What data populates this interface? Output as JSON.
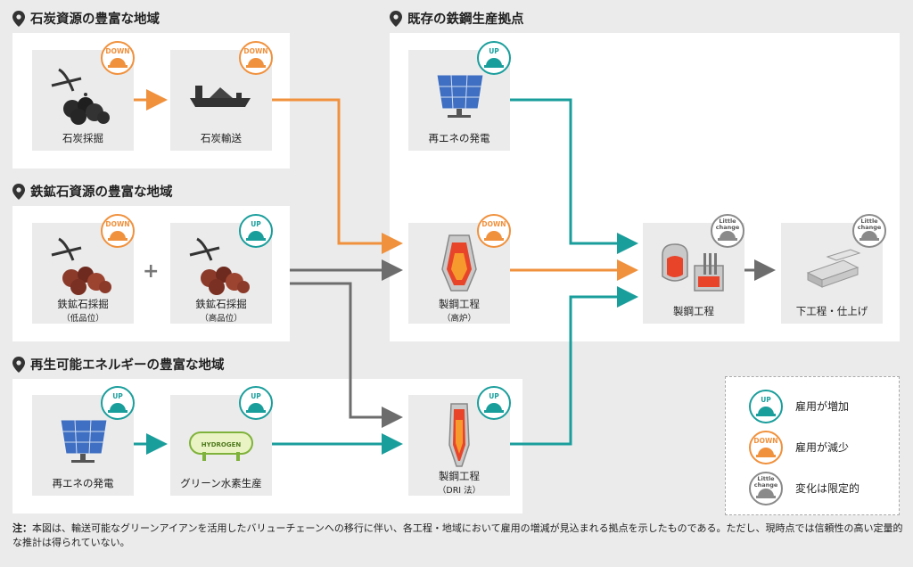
{
  "regions": {
    "coal": "石炭資源の豊富な地域",
    "iron": "鉄鉱石資源の豊富な地域",
    "renewable": "再生可能エネルギーの豊富な地域",
    "existing": "既存の鉄鋼生産拠点"
  },
  "cards": {
    "coal_mining": "石炭採掘",
    "coal_transport": "石炭輸送",
    "iron_low": "鉄鉱石採掘",
    "iron_low_sub": "（低品位）",
    "iron_high": "鉄鉱石採掘",
    "iron_high_sub": "（高品位）",
    "renew_power_1": "再エネの発電",
    "green_h2": "グリーン水素生産",
    "renew_power_2": "再エネの発電",
    "blast_furnace": "製鋼工程",
    "blast_furnace_sub": "（高炉）",
    "dri": "製鋼工程",
    "dri_sub": "（DRI 法）",
    "steelmaking": "製鋼工程",
    "downstream": "下工程・仕上げ"
  },
  "badges": {
    "up": "UP",
    "down": "DOWN",
    "little_1": "Little",
    "little_2": "change"
  },
  "hydrogen_tank_label": "HYDROGEN",
  "legend": {
    "up": "雇用が増加",
    "down": "雇用が減少",
    "little": "変化は限定的"
  },
  "note": {
    "prefix": "注：",
    "text": "本図は、輸送可能なグリーンアイアンを活用したバリューチェーンへの移行に伴い、各工程・地域において雇用の増減が見込まれる拠点を示したものである。ただし、現時点では信頼性の高い定量的な推計は得られていない。"
  },
  "colors": {
    "orange": "#f0913d",
    "teal": "#1a9e9c",
    "gray_arrow": "#6d6d6d"
  }
}
